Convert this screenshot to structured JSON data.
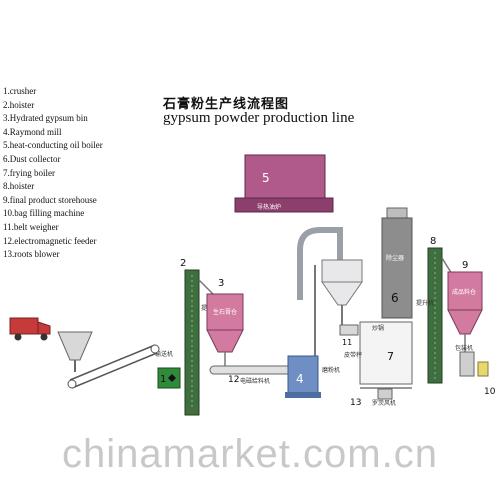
{
  "title_cn": "石膏粉生产线流程图",
  "title_en": "gypsum powder production line",
  "legend": [
    "1.crusher",
    "2.hoister",
    "3.Hydrated gypsum bin",
    "4.Raymond mill",
    "5.heat-conducting oil boiler",
    "6.Dust collector",
    "7.frying boiler",
    "8.hoister",
    "9.final product storehouse",
    "10.bag filling machine",
    "11.belt weigher",
    "12.electromagnetic feeder",
    "13.roots blower"
  ],
  "labels": {
    "n1": "1",
    "n2": "2",
    "n3": "3",
    "n4": "4",
    "n5": "5",
    "n6": "6",
    "n7": "7",
    "n8": "8",
    "n9": "9",
    "n10": "10",
    "n11": "11",
    "n12": "12",
    "n13": "13",
    "boiler_cn": "导热油炉",
    "dust_cn": "除尘器",
    "bin_cn": "生石膏仓",
    "store_cn": "成品料仓",
    "hoist_left_cn": "提升机",
    "hoist_right_cn": "提升机",
    "conveyor_cn": "输送机",
    "feeder_cn": "电磁给料机",
    "scale_cn": "皮带秤",
    "blower_cn": "罗茨风机",
    "mill_cn": "磨粉机",
    "frying_cn": "炒锅",
    "packer_cn": "包装机"
  },
  "watermark": "chinamarket.com.cn",
  "colors": {
    "boiler": "#b05a8c",
    "bin": "#d27aa0",
    "mill": "#6f8fc4",
    "crusher": "#c63a3a",
    "hoister": "#3f6e3f",
    "green_box": "#2f8a3a"
  }
}
